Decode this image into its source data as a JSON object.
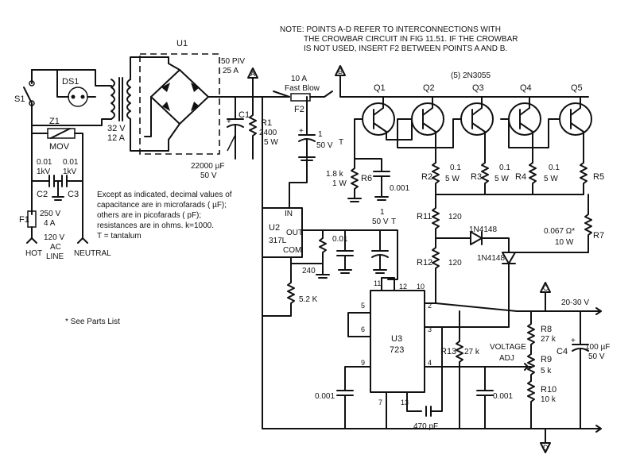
{
  "note": [
    "NOTE: POINTS A-D REFER TO INTERCONNECTIONS WITH",
    "THE CROWBAR CIRCUIT IN FIG 11.51. IF THE CROWBAR",
    "IS NOT USED, INSERT F2 BETWEEN POINTS A AND B."
  ],
  "legend": [
    "Except as indicated, decimal values of",
    "capacitance are in microfarads ( µF);",
    "others are in picofarads ( pF);",
    "resistances are in ohms. k=1000.",
    "T = tantalum"
  ],
  "parts_note": "* See Parts List",
  "points": [
    "A",
    "B",
    "C",
    "D"
  ],
  "components": {
    "s1": "S1",
    "ds1": "DS1",
    "z1": "Z1",
    "mov": "MOV",
    "c2": "C2",
    "c3": "C3",
    "c2_val1": "0.01",
    "c2_val2": "1kV",
    "c3_val1": "0.01",
    "c3_val2": "1kV",
    "f1": "F1",
    "f1_val1": "250 V",
    "f1_val2": "4 A",
    "line1": "120 V",
    "line2": "AC",
    "line3": "LINE",
    "hot": "HOT",
    "neutral": "NEUTRAL",
    "t1_1": "32 V",
    "t1_2": "12 A",
    "u1": "U1",
    "u1_v1": "50 PIV",
    "u1_v2": "25 A",
    "c1": "C1",
    "c1_v1": "22000 µF",
    "c1_v2": "50 V",
    "r1": "R1",
    "r1_v1": "2400",
    "r1_v2": "5 W",
    "f2_1": "10 A",
    "f2_2": "Fast Blow",
    "f2": "F2",
    "cap1_1": "1",
    "cap1_2": "50 V",
    "cap1_t": "T",
    "q_note": "(5) 2N3055",
    "q": [
      "Q1",
      "Q2",
      "Q3",
      "Q4",
      "Q5"
    ],
    "r6": "R6",
    "r6_v1": "1.8 k",
    "r6_v2": "1 W",
    "c_0001a": "0.001",
    "r2": "R2",
    "r3": "R3",
    "r4": "R4",
    "r5": "R5",
    "r_emit_v1": "0.1",
    "r_emit_v2": "5 W",
    "u2": "U2",
    "u2_in": "IN",
    "u2_out": "OUT",
    "u2_num": "317L",
    "u2_com": "COM",
    "c_001b": "0.01",
    "cap2_1": "1",
    "cap2_2": "50 V",
    "cap2_t": "T",
    "r240": "240",
    "r5_2k": "5.2 K",
    "r11": "R11",
    "r11_v": "120",
    "r12": "R12",
    "r12_v": "120",
    "d1": "1N4148",
    "d2": "1N4148",
    "r7": "R7",
    "r7_v1": "0.067 Ω*",
    "r7_v2": "10 W",
    "u3": "U3",
    "u3_num": "723",
    "pins": [
      "11",
      "12",
      "10",
      "5",
      "6",
      "2",
      "3",
      "9",
      "4",
      "7",
      "13"
    ],
    "r13": "R13",
    "r13_v": "27 k",
    "vol1": "VOLTAGE",
    "vol2": "ADJ",
    "r8": "R8",
    "r8_v": "27 k",
    "r9": "R9",
    "r9_v": "5 k",
    "r10": "R10",
    "r10_v": "10 k",
    "out_v": "20-30 V",
    "c4": "C4",
    "c4_v1": "100 µF",
    "c4_v2": "50 V",
    "c_0001b": "0.001",
    "c_0001c": "0.001",
    "c_470": "470 pF"
  }
}
